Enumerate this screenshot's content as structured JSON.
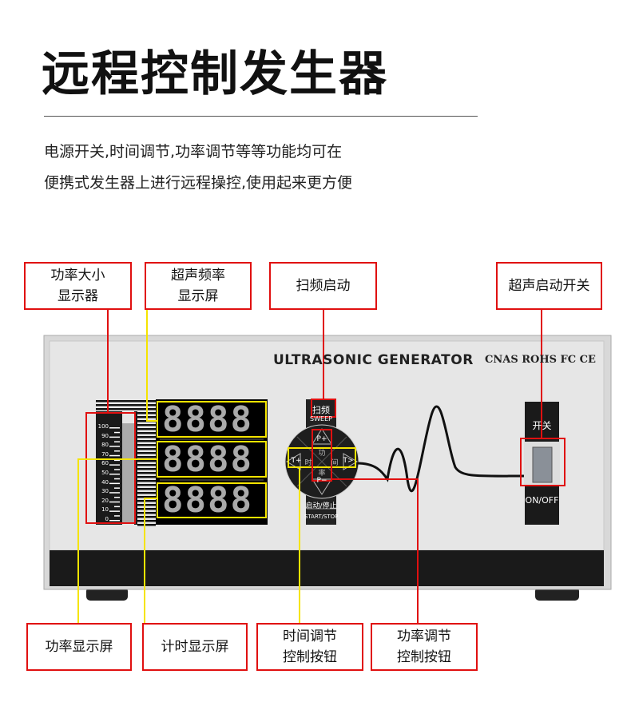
{
  "title": "远程控制发生器",
  "subtitle": [
    "电源开关,时间调节,功率调节等等功能均可在",
    "便携式发生器上进行远程操控,使用起来更方便"
  ],
  "callouts_top": [
    "功率大小\n显示器",
    "超声频率\n显示屏",
    "扫频启动",
    "超声启动开关"
  ],
  "callouts_bottom": [
    "功率显示屏",
    "计时显示屏",
    "时间调节\n控制按钮",
    "功率调节\n控制按钮"
  ],
  "device": {
    "brand": "ULTRASONIC GENERATOR",
    "certs": "CNAS ROHS FC CE",
    "displays": [
      "8888",
      "8888",
      "8888"
    ],
    "scale": [
      "100",
      "90",
      "80",
      "70",
      "60",
      "50",
      "40",
      "30",
      "20",
      "10",
      "0"
    ],
    "sweep_cn": "扫频",
    "sweep_en": "SWEEP",
    "buttons": {
      "p_plus": "P+",
      "p_minus": "P−",
      "t_plus": "T+",
      "t_minus": "T>",
      "gong": "功",
      "lv": "率",
      "shi": "时",
      "jian": "间"
    },
    "start_cn": "启动/停止",
    "start_en": "START/STOP",
    "switch_cn": "开关",
    "switch_en": "ON/OFF"
  },
  "colors": {
    "callout": "#e01010",
    "leader_yellow": "#f5e400"
  }
}
